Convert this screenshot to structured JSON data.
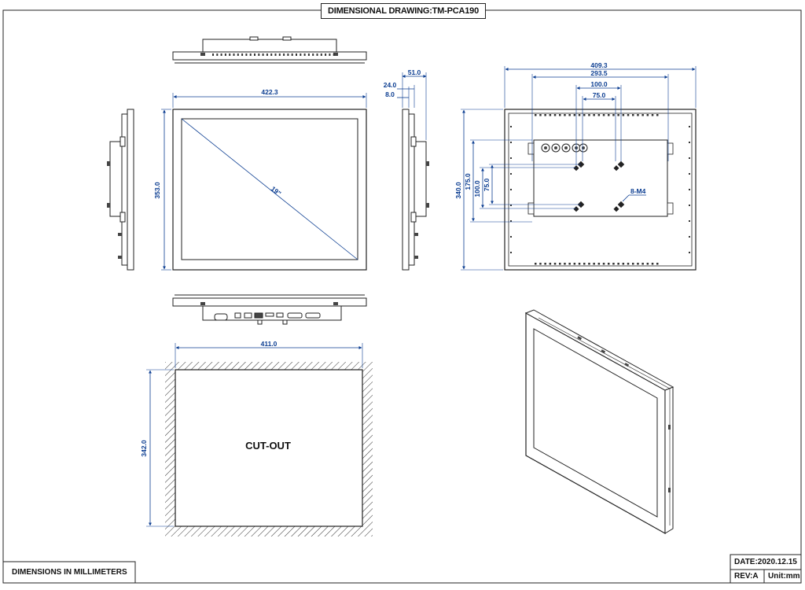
{
  "title": "DIMENSIONAL DRAWING:TM-PCA190",
  "footer": {
    "units_note": "DIMENSIONS IN MILLIMETERS",
    "date": "DATE:2020.12.15",
    "rev": "REV:A",
    "unit": "Unit:mm"
  },
  "front_view": {
    "width": "422.3",
    "height": "353.0",
    "diagonal": "19\""
  },
  "side_view": {
    "depth_total": "51.0",
    "depth_mid": "24.0",
    "bezel": "8.0"
  },
  "rear_view": {
    "width": "409.3",
    "mount_293": "293.5",
    "mount_100": "100.0",
    "mount_75": "75.0",
    "height": "340.0",
    "v175": "175.0",
    "v100": "100.0",
    "v75": "75.0",
    "screws": "8-M4"
  },
  "cutout": {
    "width": "411.0",
    "height": "342.0",
    "label": "CUT-OUT"
  },
  "colors": {
    "dimension": "#0b3d91",
    "line": "#222222"
  }
}
